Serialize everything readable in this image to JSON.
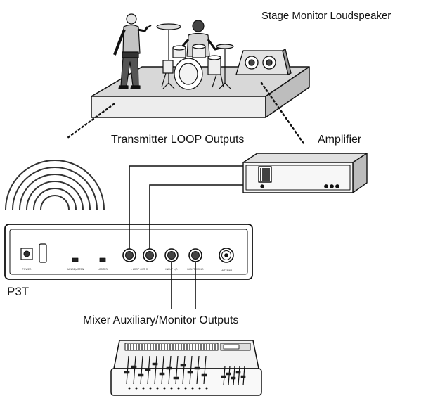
{
  "labels": {
    "stage_monitor": "Stage Monitor Loudspeaker",
    "transmitter_outputs": "Transmitter LOOP Outputs",
    "amplifier": "Amplifier",
    "device": "P3T",
    "mixer_outputs": "Mixer Auxiliary/Monitor Outputs"
  },
  "panel_labels": {
    "power": "POWER",
    "switch1": "RANGE/ATTEN",
    "switch2": "LIMITER",
    "loop_out": "L  LOOP OUT  R",
    "input_l": "INPUT L/R",
    "input_r": "RIGHT/MONO",
    "antenna": "ANTENNA"
  },
  "colors": {
    "ink": "#111111",
    "paper": "#ffffff",
    "shade": "#dcdcdc"
  }
}
